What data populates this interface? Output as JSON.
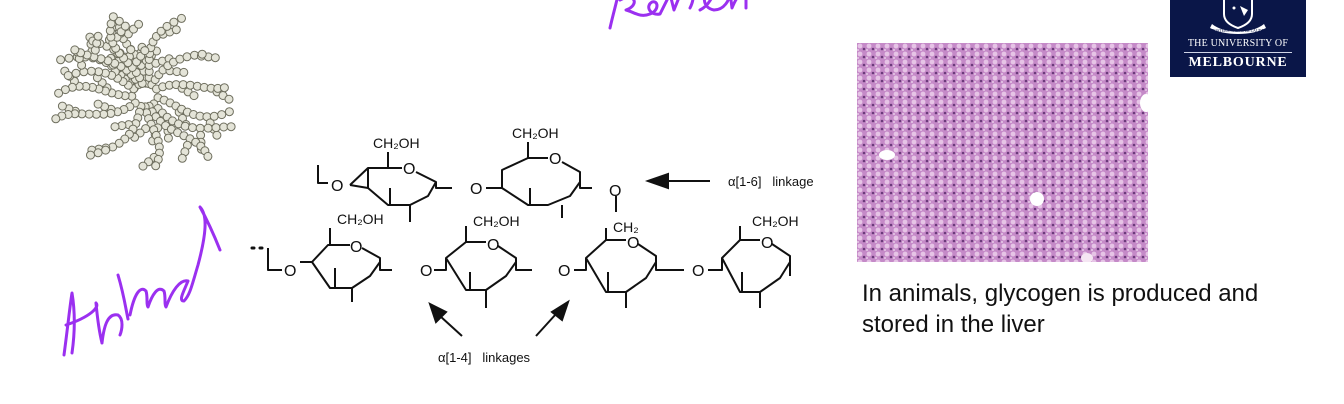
{
  "slide": {
    "handwriting": {
      "top_annotation": "Revision",
      "side_annotation": "Animals",
      "ink_color": "#9b30f0"
    },
    "logo": {
      "line1": "THE UNIVERSITY OF",
      "line2": "MELBOURNE",
      "motto": "POSTERA CRESCAM LAUDE",
      "background": "#0a1648"
    },
    "structure": {
      "groups": {
        "ch2oh": "CH₂OH",
        "ch2": "CH₂",
        "oxygen": "O"
      },
      "branch_label": "α[1-6]   linkage",
      "chain_label": "α[1-4]   linkages"
    },
    "liver_image": {
      "description": "Histology micrograph of liver tissue (pink/purple stained hepatocytes)"
    },
    "caption": {
      "line1": "In animals, glycogen is produced and",
      "line2": "stored in the liver"
    }
  }
}
